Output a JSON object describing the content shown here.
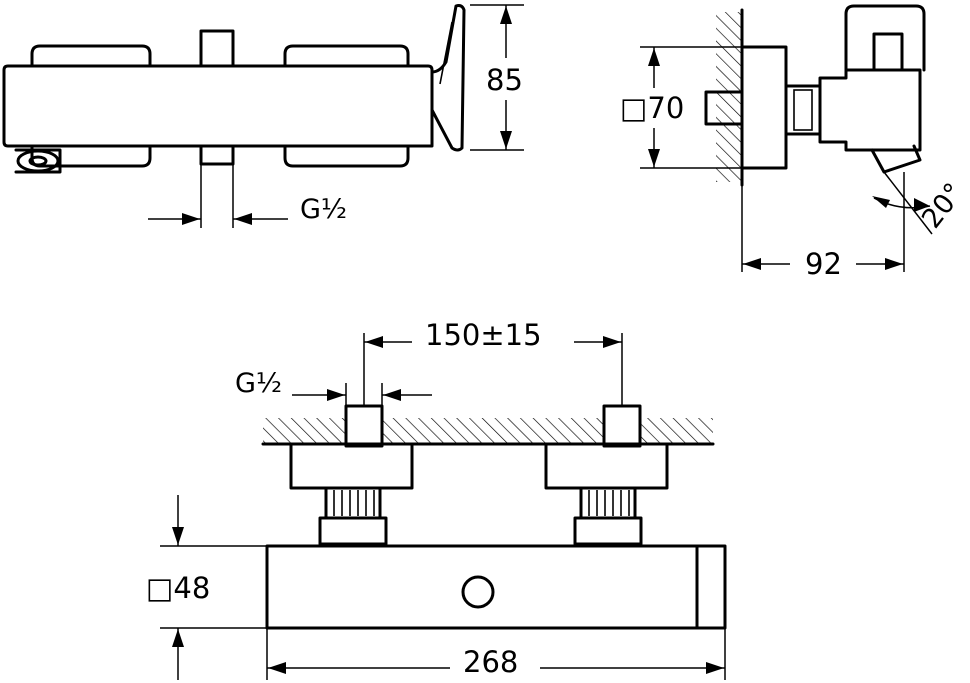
{
  "front_view": {
    "height_label": "85",
    "thread_label": "G½"
  },
  "side_view": {
    "square_label": "□70",
    "depth_label": "92",
    "angle_label": "20°"
  },
  "top_view": {
    "spacing_label": "150±15",
    "thread_label": "G½",
    "square_label": "□48",
    "width_label": "268"
  }
}
